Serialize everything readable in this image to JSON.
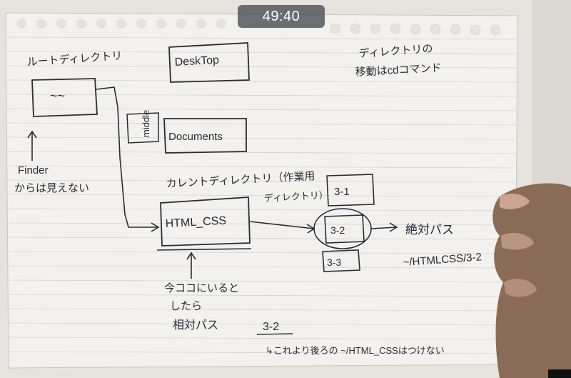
{
  "video": {
    "timestamp": "49:40"
  },
  "note": {
    "root_label": "ルートディレクトリ",
    "root_box_text": "~~",
    "finder_line1": "Finder",
    "finder_line2": "からは見えない",
    "desktop_label": "DeskTop",
    "middle_label": "middle",
    "documents_label": "Documents",
    "current_label_line1": "カレントディレクトリ（作業用",
    "current_label_line2": "ディレクトリ）",
    "html_css_label": "HTML_CSS",
    "here_line1": "今ココにいると",
    "here_line2": "したら",
    "relative_path_label": "相対パス",
    "relative_path_value": "3-2",
    "footnote": "↳これより後ろの ~/HTML_CSSはつけない",
    "folder_3_1": "3-1",
    "folder_3_2": "3-2",
    "folder_3_3": "3-3",
    "absolute_path_label": "絶対パス",
    "absolute_path_value": "~/HTMLCSS/3-2",
    "heading_line1": "ディレクトリの",
    "heading_line2": "移動はcdコマンド"
  },
  "colors": {
    "paper": "#f2f1ee",
    "ink": "#2b2b35",
    "background": "#e6e3de",
    "grid_line": "#cfd3da"
  }
}
